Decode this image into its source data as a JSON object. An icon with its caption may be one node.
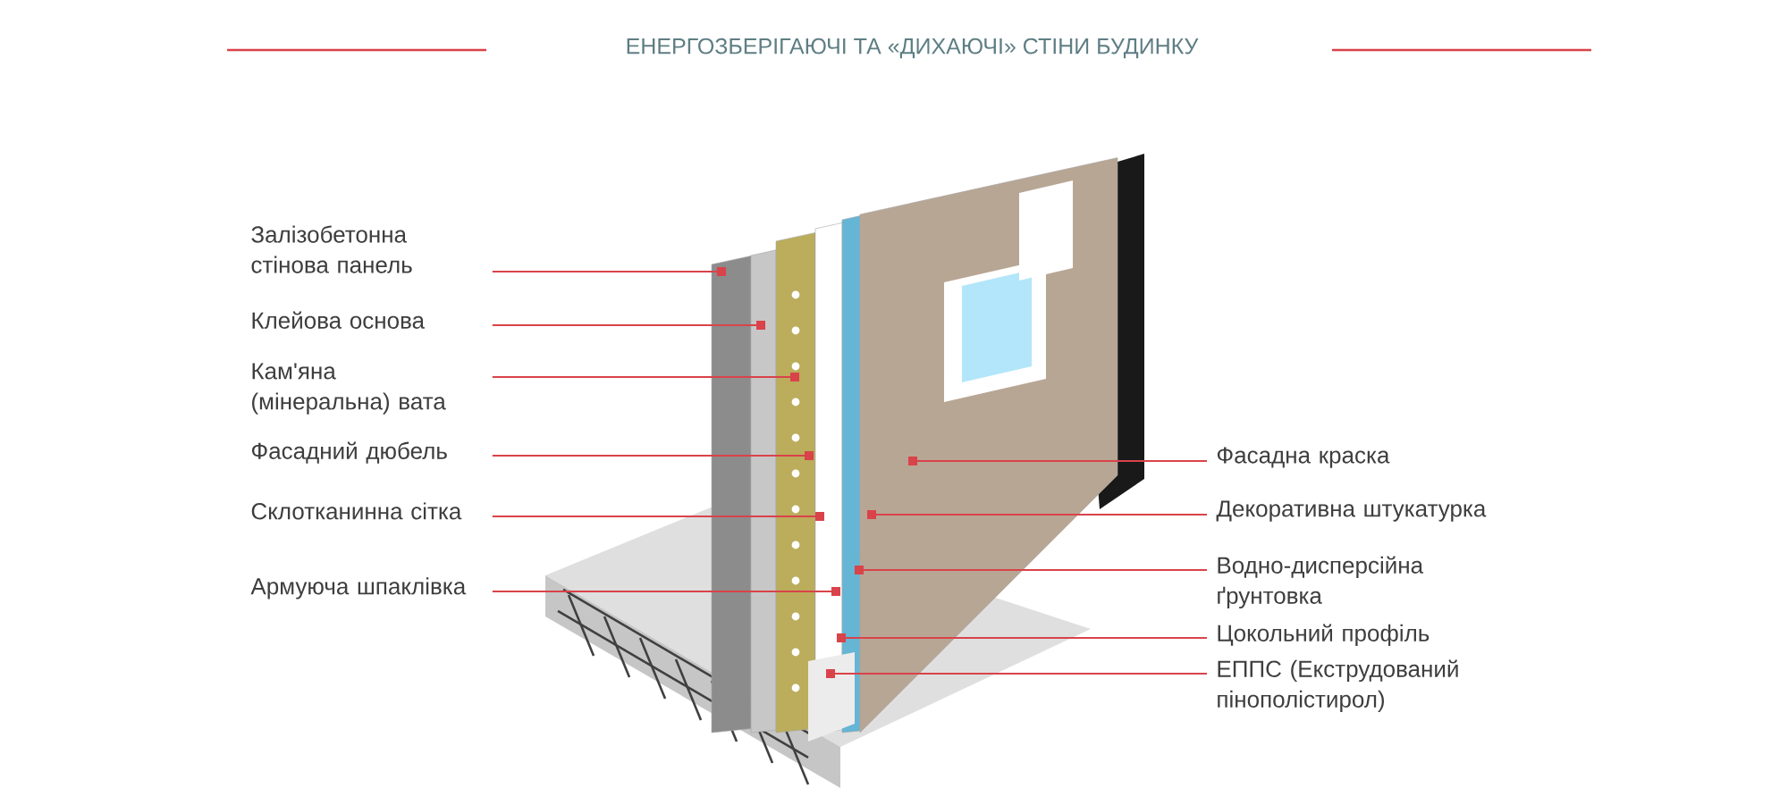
{
  "diagram": {
    "title": "ЕНЕРГОЗБЕРІГАЮЧІ ТА «ДИХАЮЧІ» СТІНИ БУДИНКУ",
    "nodes": [
      {
        "text": [
          "Залізобетонна стінова панель"
        ]
      },
      {
        "text": [
          "Клейова основа"
        ]
      },
      {
        "text": [
          "Кам'яна (мінеральна) вата"
        ]
      },
      {
        "text": [
          "Фасадний дюбель"
        ]
      },
      {
        "text": [
          "Склотканинна сітка"
        ]
      },
      {
        "text": [
          "Армуюча шпаклівка"
        ]
      },
      {
        "text": [
          "Фасадна краска"
        ]
      },
      {
        "text": [
          "Декоративна штукатурка"
        ]
      },
      {
        "text": [
          "Водно-дисперсійна ґрунтовка"
        ]
      },
      {
        "text": [
          "Цокольний профіль"
        ]
      },
      {
        "text": [
          "ЕППС (Екструдований пінополістирол)"
        ]
      }
    ],
    "edges": [
      {
        "from": 0,
        "to": null,
        "arrow": "other"
      },
      {
        "from": 1,
        "to": null,
        "arrow": "other"
      },
      {
        "from": 2,
        "to": null,
        "arrow": "other"
      },
      {
        "from": 3,
        "to": null,
        "arrow": "other"
      },
      {
        "from": 4,
        "to": null,
        "arrow": "other"
      },
      {
        "from": 5,
        "to": null,
        "arrow": "other"
      },
      {
        "from": 6,
        "to": null,
        "arrow": "other"
      },
      {
        "from": 7,
        "to": null,
        "arrow": "other"
      },
      {
        "from": 8,
        "to": null,
        "arrow": "other"
      },
      {
        "from": 9,
        "to": null,
        "arrow": "other"
      },
      {
        "from": 10,
        "to": null,
        "arrow": "other"
      }
    ]
  }
}
